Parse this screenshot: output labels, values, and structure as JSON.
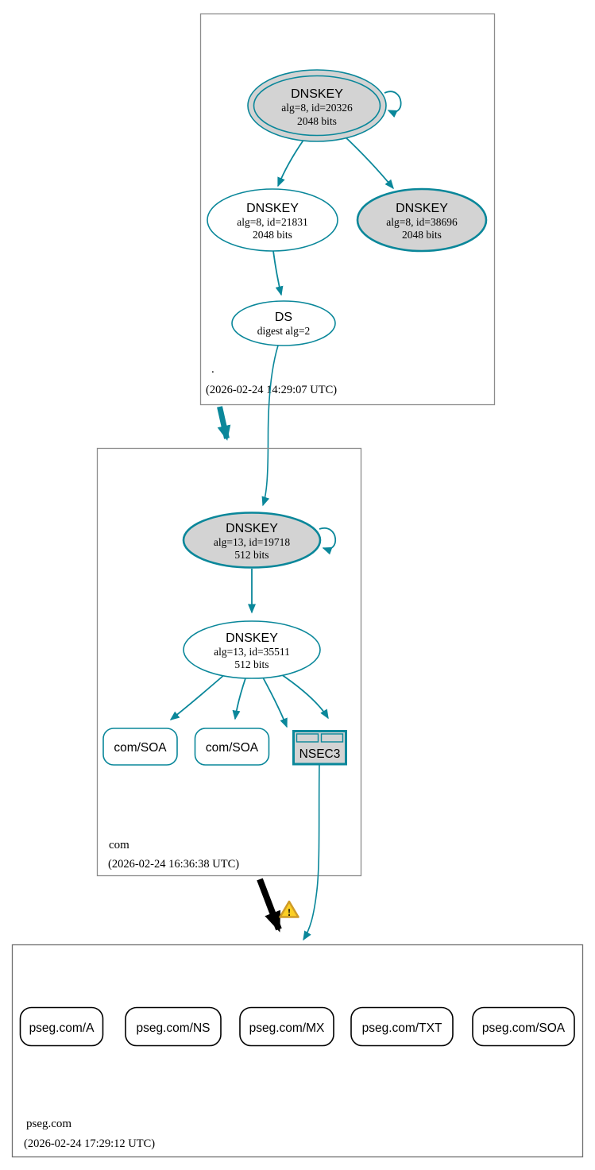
{
  "colors": {
    "teal": "#0a879a",
    "grayFill": "#d3d3d3",
    "boxBorder": "#8c8c8c",
    "boxBorderDark": "#6e6e6e",
    "warnFill": "#fccf23",
    "warnStroke": "#cf9b28"
  },
  "zones": [
    {
      "name": ".",
      "timestamp": "(2026-02-24 14:29:07 UTC)"
    },
    {
      "name": "com",
      "timestamp": "(2026-02-24 16:36:38 UTC)"
    },
    {
      "name": "pseg.com",
      "timestamp": "(2026-02-24 17:29:12 UTC)"
    }
  ],
  "nodes": {
    "root_ksk": {
      "type": "DNSKEY",
      "detail": "alg=8, id=20326",
      "size": "2048 bits"
    },
    "root_zsk": {
      "type": "DNSKEY",
      "detail": "alg=8, id=21831",
      "size": "2048 bits"
    },
    "root_key_38696": {
      "type": "DNSKEY",
      "detail": "alg=8, id=38696",
      "size": "2048 bits"
    },
    "root_ds": {
      "type": "DS",
      "detail": "digest alg=2"
    },
    "com_ksk": {
      "type": "DNSKEY",
      "detail": "alg=13, id=19718",
      "size": "512 bits"
    },
    "com_zsk": {
      "type": "DNSKEY",
      "detail": "alg=13, id=35511",
      "size": "512 bits"
    },
    "com_soa_1": {
      "label": "com/SOA"
    },
    "com_soa_2": {
      "label": "com/SOA"
    },
    "com_nsec3": {
      "label": "NSEC3"
    },
    "pseg_a": {
      "label": "pseg.com/A"
    },
    "pseg_ns": {
      "label": "pseg.com/NS"
    },
    "pseg_mx": {
      "label": "pseg.com/MX"
    },
    "pseg_txt": {
      "label": "pseg.com/TXT"
    },
    "pseg_soa": {
      "label": "pseg.com/SOA"
    }
  },
  "icons": {
    "warning_mark": "!"
  }
}
